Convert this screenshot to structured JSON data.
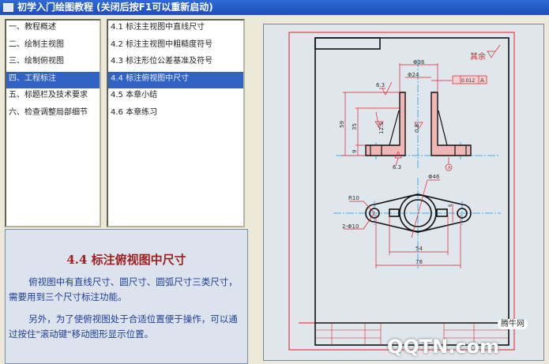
{
  "window": {
    "title": "初学入门绘图教程 (关闭后按F1可以重新启动)"
  },
  "chapters": [
    {
      "label": "一、教程概述"
    },
    {
      "label": "二、绘制主视图"
    },
    {
      "label": "三、绘制俯视图"
    },
    {
      "label": "四、工程标注",
      "selected": true
    },
    {
      "label": "五、标题栏及技术要求"
    },
    {
      "label": "六、检查调整局部细节"
    }
  ],
  "sections": [
    {
      "label": "4.1 标注主视图中直线尺寸"
    },
    {
      "label": "4.2 标注主视图中粗糙度符号"
    },
    {
      "label": "4.3 标注形位公差基准及符号"
    },
    {
      "label": "4.4 标注俯视图中尺寸",
      "selected": true
    },
    {
      "label": "4.5 本章小结"
    },
    {
      "label": "4.6 本章练习"
    }
  ],
  "lesson": {
    "heading": "4.4 标注俯视图中尺寸",
    "para1": "俯视图中有直线尺寸、圆尺寸、圆弧尺寸三类尺寸，需要用到三个尺寸标注功能。",
    "para2": "另外，为了使俯视图处于合适位置便于操作，可以通过按住\"滚动键\"移动图形显示位置。"
  },
  "drawing": {
    "rest_roughness": "其余",
    "phi36": "Φ36",
    "phi24": "Φ24",
    "tolerance": "0.012",
    "datum": "A",
    "r63_top": "6.3",
    "r63_bottom": "6.3",
    "r125": "12.5",
    "r08": "0.8",
    "dim59": "59",
    "dim35": "35",
    "dim9": "9",
    "phi46": "Φ46",
    "r10": "R10",
    "holes": "2-Φ10",
    "dim54": "54",
    "dim78": "78",
    "dim6": "6"
  },
  "watermark": {
    "logo": "QQTN.com",
    "site": "腾牛网"
  },
  "colors": {
    "title_bar": "#2456c8",
    "selection": "#3163c4",
    "dimension": "#e0202a",
    "centerline": "#1aa0e0",
    "heading": "#a02020",
    "body_text": "#1c3e9a"
  }
}
